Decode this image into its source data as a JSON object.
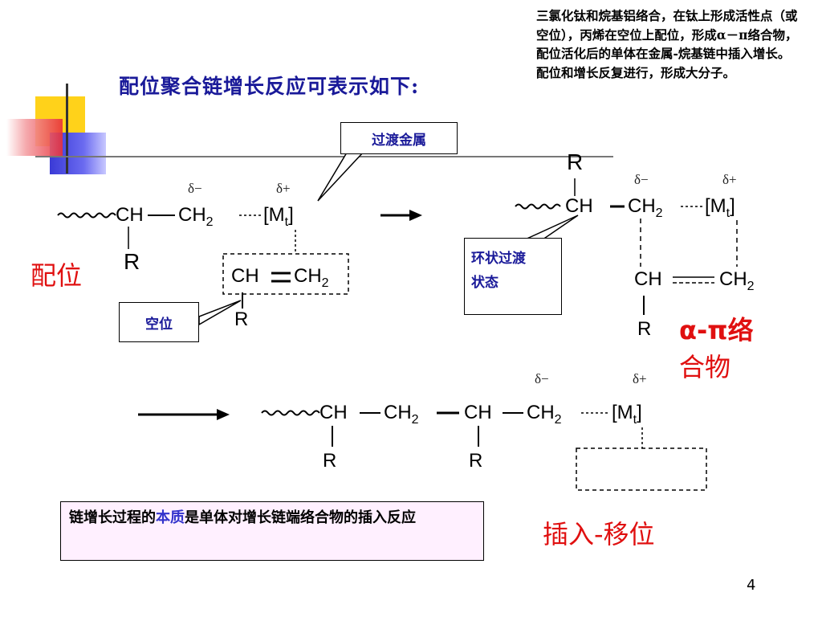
{
  "title": "配位聚合链增长反应可表示如下:",
  "note": "三氯化钛和烷基铝络合，在钛上形成活性点（或空位），丙烯在空位上配位，形成α－π络合物，配位活化后的单体在金属-烷基链中插入增长。配位和增长反复进行，形成大分子。",
  "callouts": {
    "transition_metal": "过渡金属",
    "vacancy": "空位",
    "ring_transition_line1": "环状过渡",
    "ring_transition_line2": "状态"
  },
  "labels": {
    "coordination": "配位",
    "alpha_pi_line1": "α-π络",
    "alpha_pi_line2": "合物",
    "insertion": "插入-移位"
  },
  "chem": {
    "ch": "CH",
    "ch2": "CH",
    "sub2": "2",
    "r": "R",
    "mt_open": "[M",
    "mt_sub": "t",
    "mt_close": "]",
    "delta_minus": "δ−",
    "delta_plus": "δ+"
  },
  "summary": {
    "part1": "链增长过程的",
    "highlight": "本质",
    "part2": "是单体对增长链端络合物的插入反应"
  },
  "page_number": "4",
  "colors": {
    "title": "#1a1a99",
    "red_label": "#e01010",
    "summary_bg": "#fff0ff",
    "accent_yellow": "#ffd21a",
    "accent_blue": "#3a3ad6",
    "accent_red": "#e8303a"
  }
}
